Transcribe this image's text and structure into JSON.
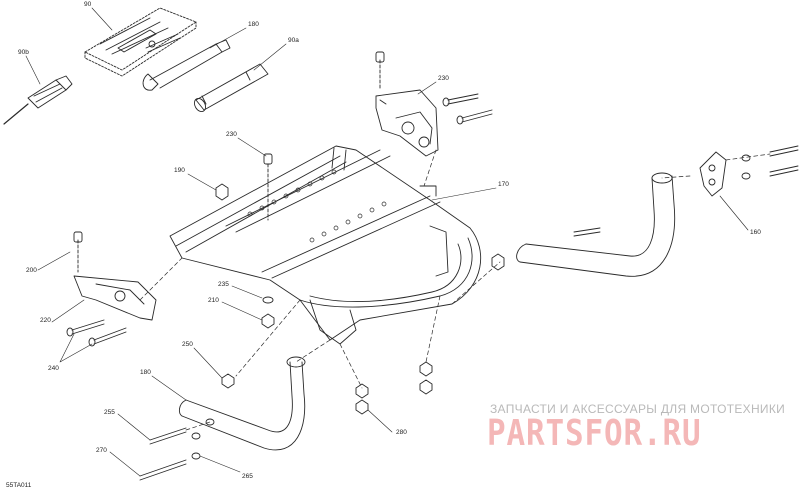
{
  "callouts": {
    "c90": "90",
    "c90b": "90b",
    "c180a": "180",
    "c90a": "90a",
    "c230a": "230",
    "c230b": "230",
    "c190": "190",
    "c170": "170",
    "c160": "160",
    "c200": "200",
    "c220": "220",
    "c235": "235",
    "c210": "210",
    "c240": "240",
    "c250": "250",
    "c180b": "180",
    "c255": "255",
    "c270": "270",
    "c265": "265",
    "c280": "280"
  },
  "watermark": {
    "tagline": "ЗАПЧАСТИ И АКСЕССУАРЫ ДЛЯ МОТОТЕХНИКИ",
    "brand": "PARTSFOR.RU"
  },
  "diagram_code": "55TA011",
  "colors": {
    "line": "#2a2a2a",
    "watermark_brand": "#f4b7b7",
    "watermark_tagline": "#b9b9b9"
  }
}
